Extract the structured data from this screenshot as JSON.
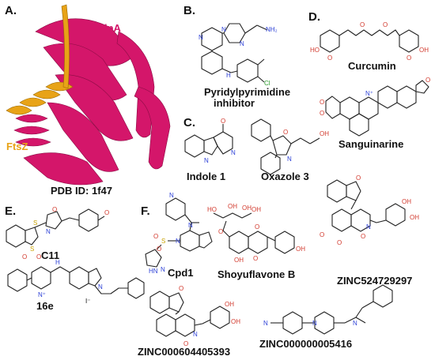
{
  "panels": {
    "A": {
      "label": "A.",
      "chain_labels": {
        "zipa": "ZipA",
        "ftsz": "FtsZ"
      },
      "pdb_caption": "PDB ID: 1f47",
      "colors": {
        "zipa": "#d4166a",
        "ftsz": "#e8a317"
      }
    },
    "B": {
      "label": "B.",
      "compound_name": "Pyridylpyrimidine inhibitor"
    },
    "C": {
      "label": "C.",
      "compounds": [
        "Indole 1",
        "Oxazole 3"
      ]
    },
    "D": {
      "label": "D.",
      "compounds": [
        "Curcumin",
        "Sanguinarine"
      ]
    },
    "E": {
      "label": "E.",
      "compounds": [
        "C11",
        "16e"
      ]
    },
    "F": {
      "label": "F.",
      "compounds": [
        "Cpd1",
        "Shoyuflavone B",
        "ZINC524729297",
        "ZINC000604405393",
        "ZINC000000005416"
      ]
    }
  },
  "atom_colors": {
    "oxygen": "#d23a2e",
    "nitrogen": "#2b3fd6",
    "sulfur": "#c9a200"
  }
}
